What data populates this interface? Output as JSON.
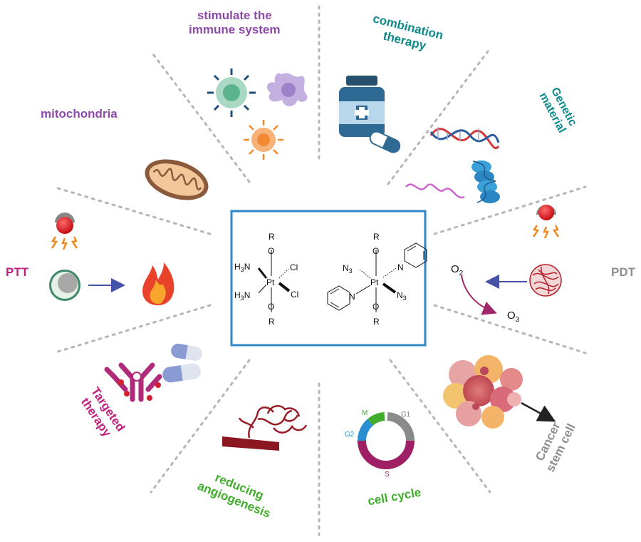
{
  "labels": {
    "immune_line1": "stimulate the",
    "immune_line2": "immune system",
    "combination_line1": "combination",
    "combination_line2": "therapy",
    "genetic_line1": "Genetic",
    "genetic_line2": "material",
    "mitochondria": "mitochondria",
    "ptt": "PTT",
    "pdt": "PDT",
    "targeted_line1": "Targeted",
    "targeted_line2": "therapy",
    "reducing_line1": "reducing",
    "reducing_line2": "angiogenesis",
    "cell_cycle": "cell cycle",
    "cancer_line1": "Cancer",
    "cancer_line2": "stem cell"
  },
  "pdt_species": {
    "o2": "O",
    "o2_sub": "2",
    "o3": "O",
    "o3_sub": "3"
  },
  "cycle_phases": {
    "m": "M",
    "g1": "G1",
    "g2": "G2",
    "s": "S"
  },
  "complex_left": {
    "r_top": "R",
    "o_top": "O",
    "h3n_1": "H",
    "h3n_1_sub": "3",
    "h3n_1_n": "N",
    "h3n_2": "H",
    "h3n_2_sub": "3",
    "h3n_2_n": "N",
    "pt": "Pt",
    "cl_1": "Cl",
    "cl_2": "Cl",
    "o_bot": "O",
    "r_bot": "R"
  },
  "complex_right": {
    "r_top": "R",
    "o_top": "O",
    "n3_1": "N",
    "n3_1_sub": "3",
    "pt": "Pt",
    "n3_2": "N",
    "n3_2_sub": "3",
    "n_py1": "N",
    "n_py2": "N",
    "o_bot": "O",
    "r_bot": "R"
  },
  "colors": {
    "frame": "#2f87c8",
    "divider": "#b5b5b5",
    "purple": "#8e4aa8",
    "teal": "#0f8a8a",
    "magenta": "#c0207e",
    "grey": "#8f8f8f",
    "green": "#3fae2a"
  }
}
